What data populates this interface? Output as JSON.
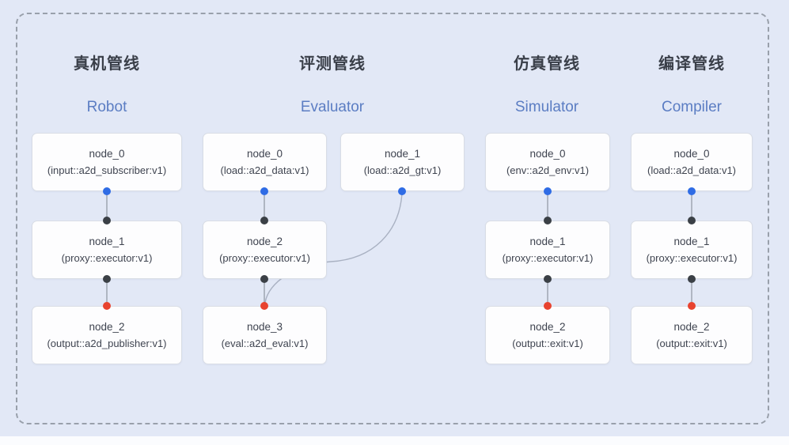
{
  "figure": {
    "kind": "pipeline-diagram",
    "pipelines": [
      {
        "title_zh": "真机管线",
        "title_en": "Robot",
        "nodes": [
          {
            "name": "node_0",
            "type": "(input::a2d_subscriber:v1)"
          },
          {
            "name": "node_1",
            "type": "(proxy::executor:v1)"
          },
          {
            "name": "node_2",
            "type": "(output::a2d_publisher:v1)"
          }
        ]
      },
      {
        "title_zh": "评测管线",
        "title_en": "Evaluator",
        "nodes": [
          {
            "name": "node_0",
            "type": "(load::a2d_data:v1)"
          },
          {
            "name": "node_1",
            "type": "(load::a2d_gt:v1)"
          },
          {
            "name": "node_2",
            "type": "(proxy::executor:v1)"
          },
          {
            "name": "node_3",
            "type": "(eval::a2d_eval:v1)"
          }
        ]
      },
      {
        "title_zh": "仿真管线",
        "title_en": "Simulator",
        "nodes": [
          {
            "name": "node_0",
            "type": "(env::a2d_env:v1)"
          },
          {
            "name": "node_1",
            "type": "(proxy::executor:v1)"
          },
          {
            "name": "node_2",
            "type": "(output::exit:v1)"
          }
        ]
      },
      {
        "title_zh": "编译管线",
        "title_en": "Compiler",
        "nodes": [
          {
            "name": "node_0",
            "type": "(load::a2d_data:v1)"
          },
          {
            "name": "node_1",
            "type": "(proxy::executor:v1)"
          },
          {
            "name": "node_2",
            "type": "(output::exit:v1)"
          }
        ]
      }
    ],
    "colors": {
      "background": "#e2e8f6",
      "dashed_border": "#99a0ab",
      "node_background": "#fdfdfe",
      "node_border": "#d9dde5",
      "node_text": "#3f4450",
      "title_zh": "#3a3f49",
      "title_en": "#5b7dc3",
      "port_blue": "#2f6ce5",
      "port_dark": "#3b4046",
      "port_red": "#e8432f",
      "edge_line": "#8e95a1",
      "edge_curve": "#a9b1c2"
    }
  }
}
